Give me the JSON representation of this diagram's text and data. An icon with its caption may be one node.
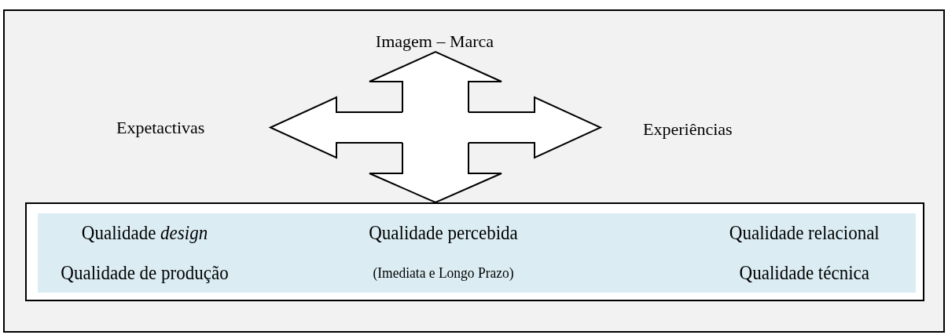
{
  "diagram": {
    "nodes": [
      {
        "text": [
          "Imagem – Marca"
        ]
      },
      {
        "text": [
          "Expetactivas"
        ]
      },
      {
        "text": [
          "Experiências"
        ]
      },
      {
        "text": [],
        "shape": "box"
      },
      {
        "text": [
          "Qualidade *design*",
          "Qualidade percebida",
          "Qualidade relacional",
          "Qualidade de produção",
          "(Imediata e Longo Prazo)",
          "Qualidade técnica"
        ]
      }
    ],
    "edges": [
      {
        "from": 3,
        "to": 0,
        "arrow": "to"
      },
      {
        "from": 3,
        "to": 1,
        "arrow": "to"
      },
      {
        "from": 3,
        "to": 2,
        "arrow": "to"
      },
      {
        "from": 3,
        "to": 4,
        "arrow": "to"
      }
    ]
  }
}
